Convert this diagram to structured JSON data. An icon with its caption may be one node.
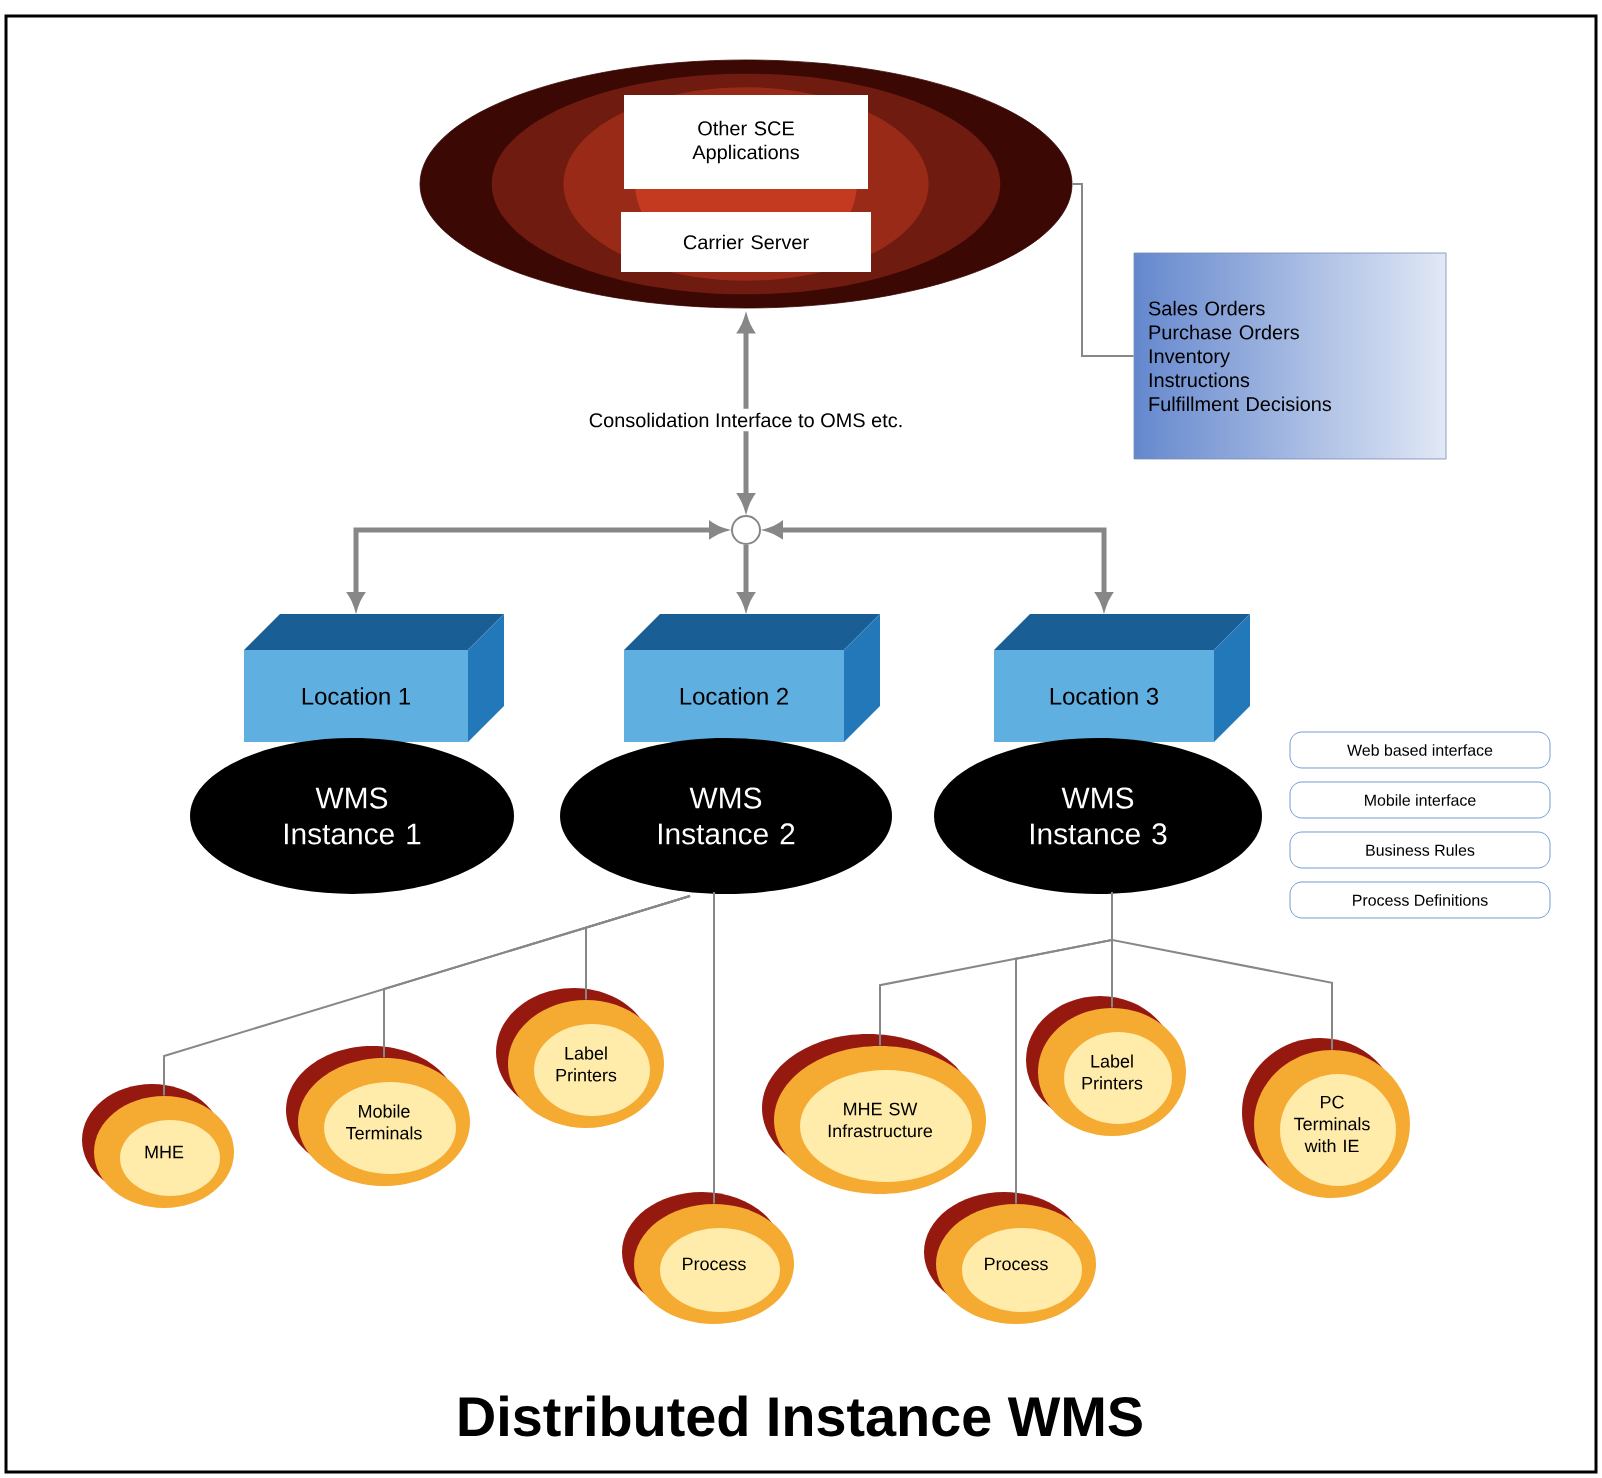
{
  "diagram": {
    "title": "Distributed Instance WMS",
    "nodes": [
      {
        "text": [],
        "shape": "ellipse"
      },
      {
        "text": [
          "Other SCE Applications"
        ],
        "in": 0
      },
      {
        "text": [
          "Carrier Server"
        ],
        "in": 0
      },
      {
        "text": [
          "Sales Orders",
          "Purchase Orders",
          "Inventory",
          "Instructions",
          "Fulfillment Decisions"
        ]
      },
      {
        "text": [
          "Location 1"
        ]
      },
      {
        "text": [
          "WMS Instance 1"
        ]
      },
      {
        "text": [
          "Location 2"
        ]
      },
      {
        "text": [
          "WMS Instance 2"
        ]
      },
      {
        "text": [
          "Location 3"
        ]
      },
      {
        "text": [
          "WMS Instance 3"
        ]
      },
      {
        "text": [
          "Web based interface"
        ]
      },
      {
        "text": [
          "Mobile interface"
        ]
      },
      {
        "text": [
          "Business Rules"
        ]
      },
      {
        "text": [
          "Process Definitions"
        ]
      },
      {
        "text": [
          "MHE"
        ]
      },
      {
        "text": [
          "Mobile Terminals"
        ]
      },
      {
        "text": [
          "Label Printers"
        ]
      },
      {
        "text": [
          "Process"
        ]
      },
      {
        "text": [
          "MHE SW Infrastructure"
        ]
      },
      {
        "text": [
          "Process"
        ]
      },
      {
        "text": [
          "Label Printers"
        ]
      },
      {
        "text": [
          "PC Terminals with IE"
        ]
      },
      {
        "text": [],
        "shape": "circle"
      }
    ],
    "edges": [
      {
        "from": 22,
        "to": 0,
        "arrow": "both",
        "style": "thick",
        "label": "Consolidation Interface to OMS etc."
      },
      {
        "from": 22,
        "to": 4,
        "arrow": "both",
        "style": "thick"
      },
      {
        "from": 22,
        "to": 6,
        "arrow": "to",
        "style": "thick"
      },
      {
        "from": 22,
        "to": 8,
        "arrow": "both",
        "style": "thick"
      },
      {
        "from": 0,
        "to": 3,
        "arrow": "none"
      },
      {
        "from": 7,
        "to": 14,
        "arrow": "none"
      },
      {
        "from": 7,
        "to": 15,
        "arrow": "none"
      },
      {
        "from": 7,
        "to": 16,
        "arrow": "none"
      },
      {
        "from": 7,
        "to": 17,
        "arrow": "none"
      },
      {
        "from": 9,
        "to": 18,
        "arrow": "none"
      },
      {
        "from": 9,
        "to": 19,
        "arrow": "none"
      },
      {
        "from": 9,
        "to": 20,
        "arrow": "none"
      },
      {
        "from": 9,
        "to": 21,
        "arrow": "none"
      }
    ]
  }
}
